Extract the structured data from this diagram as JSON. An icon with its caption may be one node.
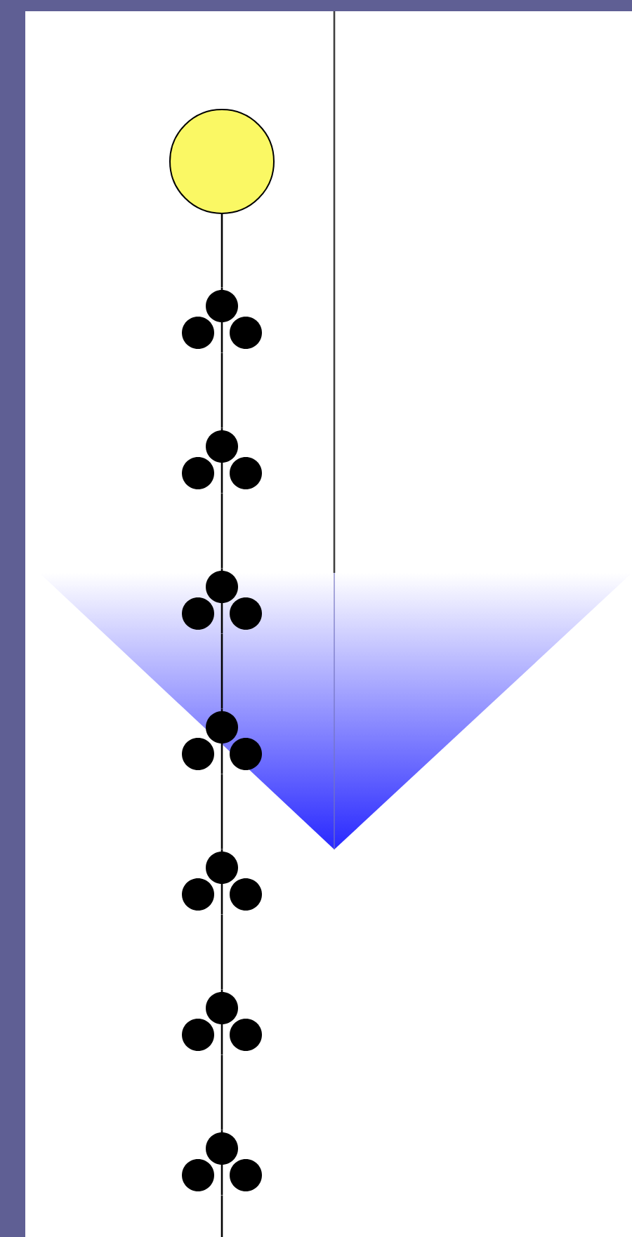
{
  "diagram": {
    "nodes": [
      {
        "text": [],
        "shape": "circle"
      },
      {
        "text": [],
        "shape": "dots"
      },
      {
        "text": [],
        "shape": "dots"
      },
      {
        "text": [],
        "shape": "dots"
      },
      {
        "text": [],
        "shape": "dots"
      },
      {
        "text": [],
        "shape": "dots"
      },
      {
        "text": [],
        "shape": "dots"
      },
      {
        "text": [],
        "shape": "dots"
      }
    ],
    "edges": [
      {
        "from": 0,
        "to": 1,
        "arrow": "none"
      },
      {
        "from": 1,
        "to": 2,
        "arrow": "none"
      },
      {
        "from": 2,
        "to": 3,
        "arrow": "none"
      },
      {
        "from": 3,
        "to": 4,
        "arrow": "none"
      },
      {
        "from": 4,
        "to": 5,
        "arrow": "none"
      },
      {
        "from": 5,
        "to": 6,
        "arrow": "none"
      },
      {
        "from": 6,
        "to": 7,
        "arrow": "none"
      },
      {
        "from": 7,
        "to": null,
        "arrow": "none"
      }
    ]
  }
}
